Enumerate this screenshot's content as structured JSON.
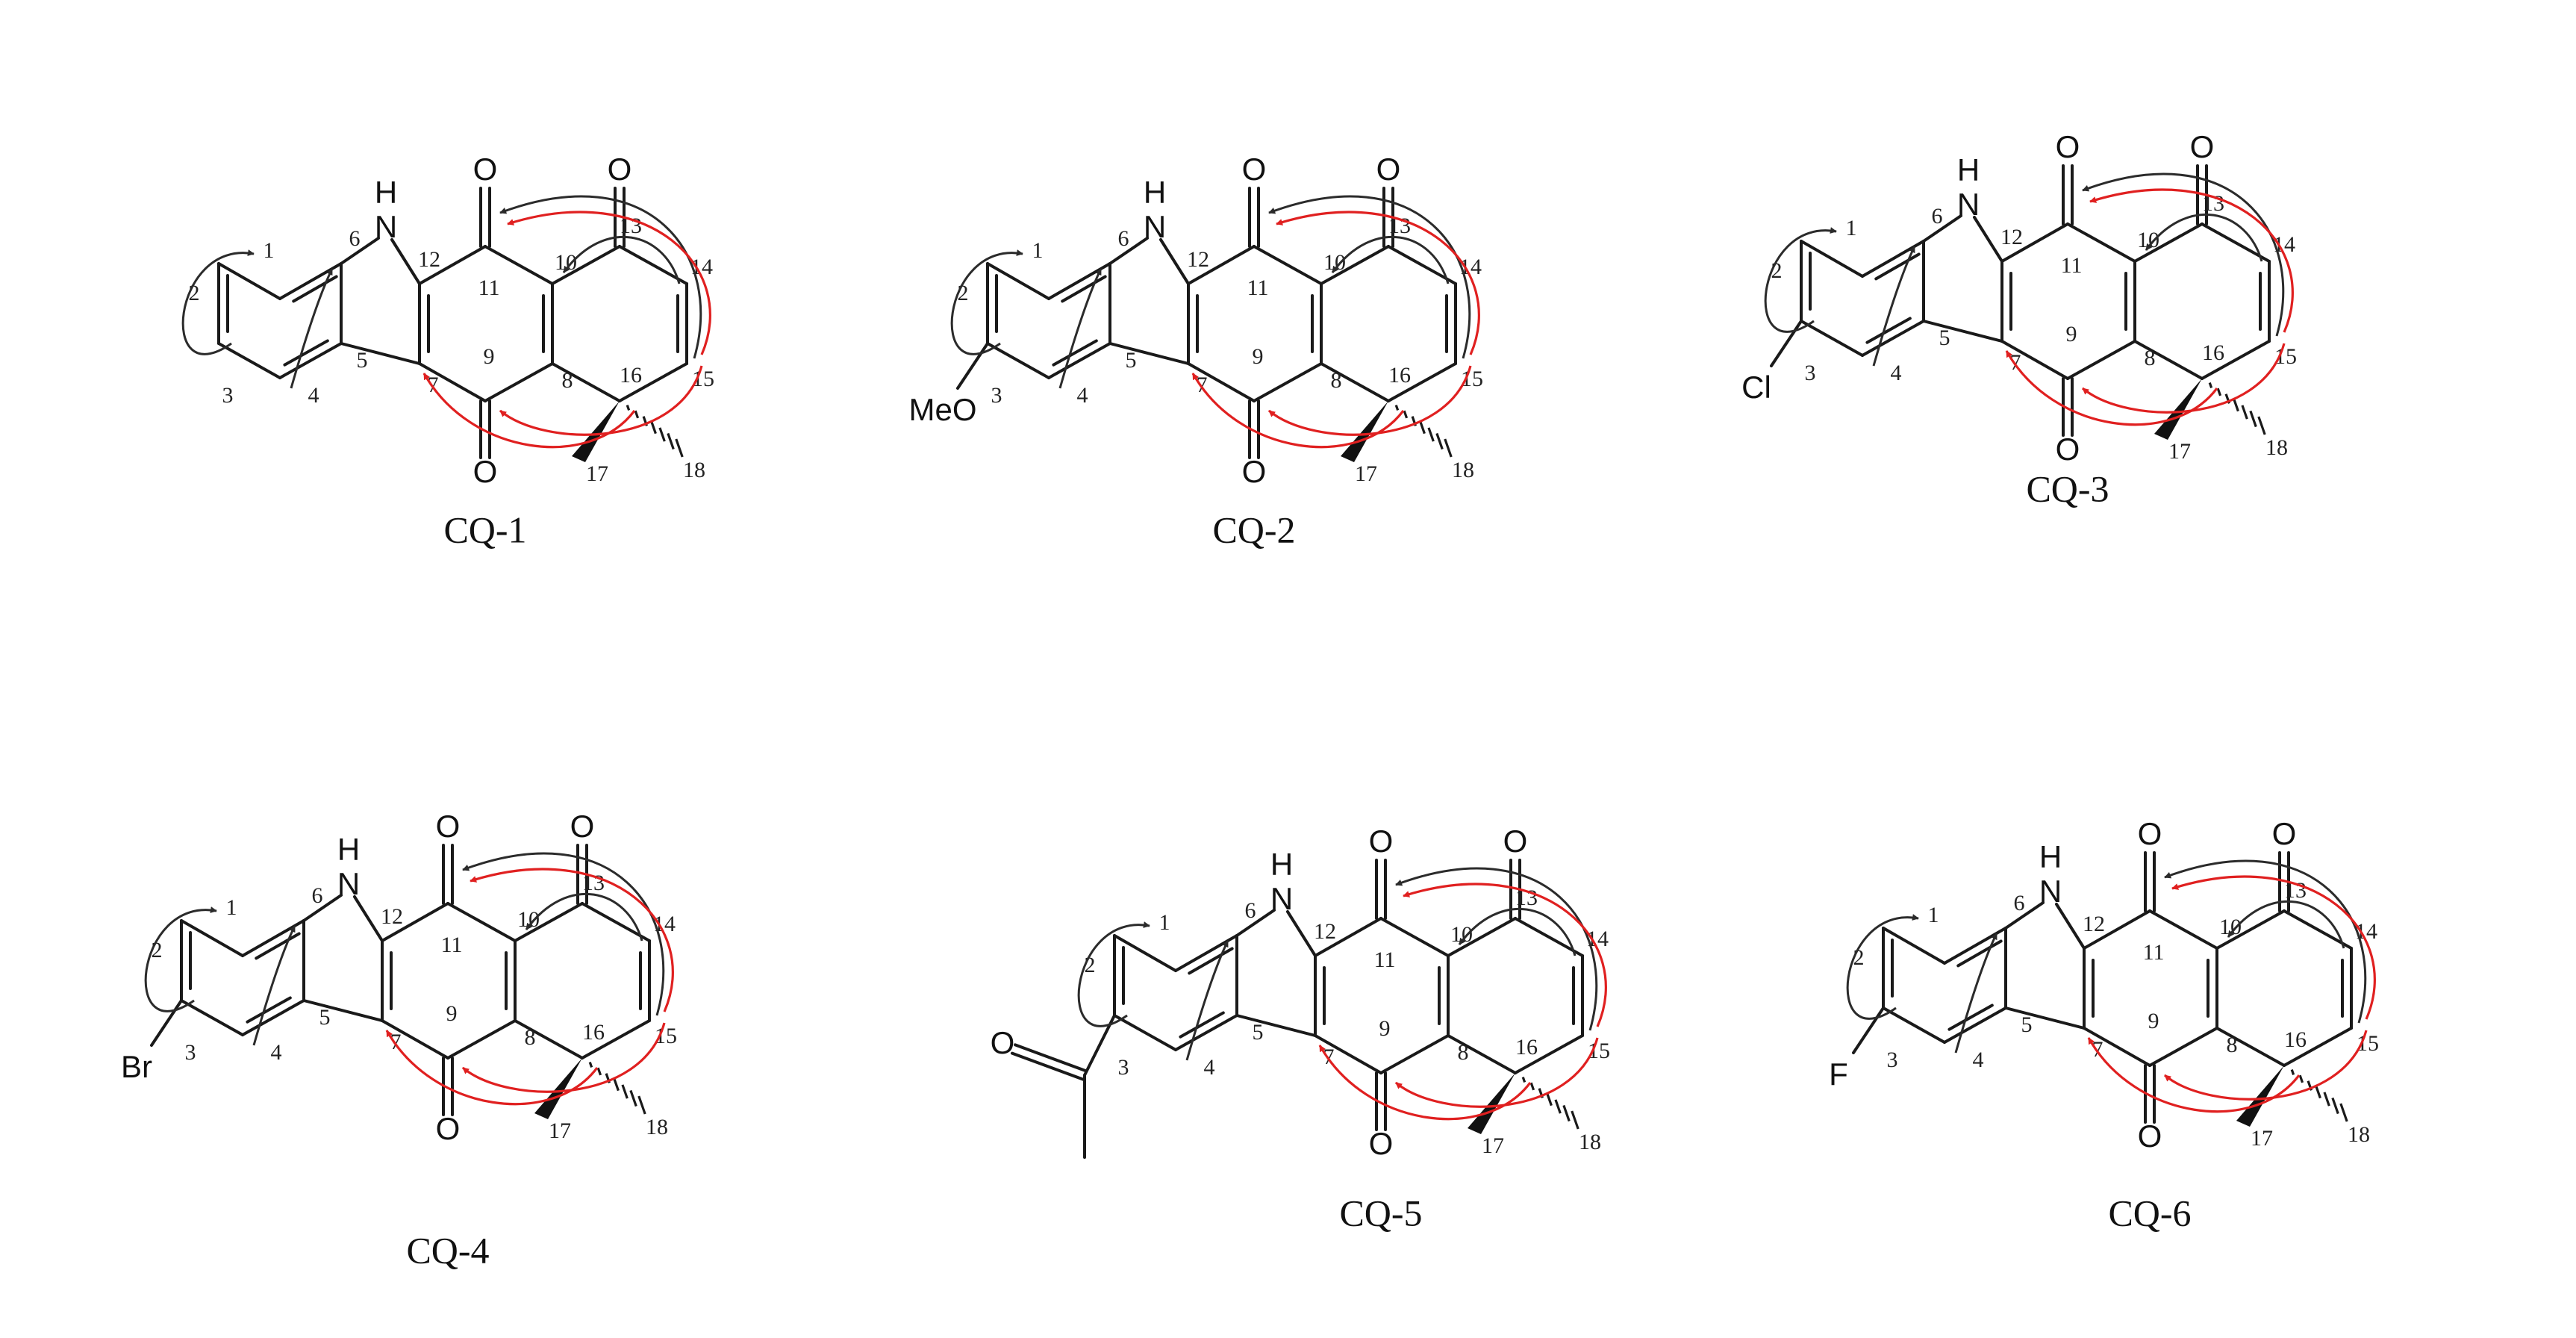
{
  "colors": {
    "bond": "#1a1a1a",
    "arrow_black": "#2b2b2b",
    "arrow_red": "#e02020",
    "background": "#ffffff"
  },
  "structures": [
    {
      "label": "CQ-1",
      "substituent": "",
      "numbers": [
        "1",
        "2",
        "3",
        "4",
        "5",
        "6",
        "7",
        "8",
        "9",
        "10",
        "11",
        "12",
        "13",
        "14",
        "15",
        "16",
        "17",
        "18"
      ]
    },
    {
      "label": "CQ-2",
      "substituent": "MeO",
      "numbers": [
        "1",
        "2",
        "3",
        "4",
        "5",
        "6",
        "7",
        "8",
        "9",
        "10",
        "11",
        "12",
        "13",
        "14",
        "15",
        "16",
        "17",
        "18"
      ]
    },
    {
      "label": "CQ-3",
      "substituent": "Cl",
      "numbers": [
        "1",
        "2",
        "3",
        "4",
        "5",
        "6",
        "7",
        "8",
        "9",
        "10",
        "11",
        "12",
        "13",
        "14",
        "15",
        "16",
        "17",
        "18"
      ]
    },
    {
      "label": "CQ-4",
      "substituent": "Br",
      "numbers": [
        "1",
        "2",
        "3",
        "4",
        "5",
        "6",
        "7",
        "8",
        "9",
        "10",
        "11",
        "12",
        "13",
        "14",
        "15",
        "16",
        "17",
        "18"
      ]
    },
    {
      "label": "CQ-5",
      "substituent": "",
      "numbers": [
        "1",
        "2",
        "3",
        "4",
        "5",
        "6",
        "7",
        "8",
        "9",
        "10",
        "11",
        "12",
        "13",
        "14",
        "15",
        "16",
        "17",
        "18"
      ]
    },
    {
      "label": "CQ-6",
      "substituent": "F",
      "numbers": [
        "1",
        "2",
        "3",
        "4",
        "5",
        "6",
        "7",
        "8",
        "9",
        "10",
        "11",
        "12",
        "13",
        "14",
        "15",
        "16",
        "17",
        "18"
      ]
    }
  ],
  "atoms": {
    "nh": "H",
    "n": "N",
    "o": "O"
  }
}
